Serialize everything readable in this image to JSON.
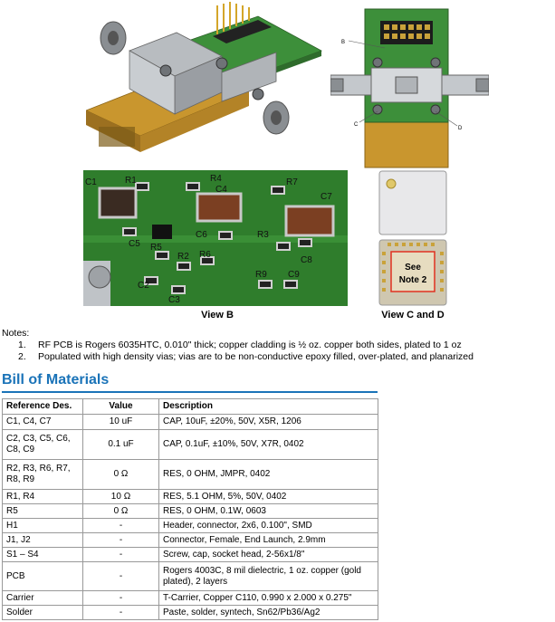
{
  "figures": {
    "view_b_label": "View B",
    "view_cd_label": "View C and D",
    "callouts": {
      "b": "B",
      "c": "C",
      "d": "D"
    },
    "see_note": [
      "See",
      "Note 2"
    ],
    "view_b_refs": [
      "C1",
      "R1",
      "R4",
      "C4",
      "R7",
      "C7",
      "C5",
      "R5",
      "C6",
      "R3",
      "R2",
      "C2",
      "R6",
      "C3",
      "R9",
      "C9",
      "C8"
    ]
  },
  "notes": {
    "heading": "Notes:",
    "items": [
      {
        "num": "1.",
        "text": "RF PCB is Rogers 6035HTC, 0.010\" thick; copper cladding is ½ oz. copper both sides, plated to 1 oz"
      },
      {
        "num": "2.",
        "text": "Populated with high density vias; vias are to be non-conductive epoxy filled, over-plated, and planarized"
      }
    ]
  },
  "bom": {
    "title": "Bill of Materials",
    "headers": {
      "ref": "Reference Des.",
      "value": "Value",
      "desc": "Description"
    },
    "rows": [
      {
        "ref": "C1, C4, C7",
        "value": "10 uF",
        "desc": "CAP, 10uF, ±20%, 50V, X5R, 1206"
      },
      {
        "ref": "C2, C3, C5, C6, C8, C9",
        "value": "0.1 uF",
        "desc": "CAP, 0.1uF, ±10%, 50V,  X7R, 0402"
      },
      {
        "ref": "R2, R3, R6, R7, R8, R9",
        "value": "0 Ω",
        "desc": "RES, 0 OHM, JMPR, 0402"
      },
      {
        "ref": "R1, R4",
        "value": "10 Ω",
        "desc": "RES, 5.1 OHM, 5%, 50V, 0402"
      },
      {
        "ref": "R5",
        "value": "0 Ω",
        "desc": "RES, 0 OHM, 0.1W, 0603"
      },
      {
        "ref": "H1",
        "value": "-",
        "desc": "Header, connector, 2x6, 0.100\", SMD"
      },
      {
        "ref": "J1, J2",
        "value": "-",
        "desc": "Connector, Female, End Launch, 2.9mm"
      },
      {
        "ref": "S1 – S4",
        "value": "-",
        "desc": "Screw, cap, socket head, 2-56x1/8\""
      },
      {
        "ref": "PCB",
        "value": "-",
        "desc": "Rogers 4003C, 8 mil dielectric, 1 oz. copper (gold plated), 2 layers"
      },
      {
        "ref": "Carrier",
        "value": "-",
        "desc": "T-Carrier, Copper C110, 0.990 x 2.000 x 0.275\""
      },
      {
        "ref": "Solder",
        "value": "-",
        "desc": "Paste, solder, syntech, Sn62/Pb36/Ag2"
      }
    ]
  }
}
